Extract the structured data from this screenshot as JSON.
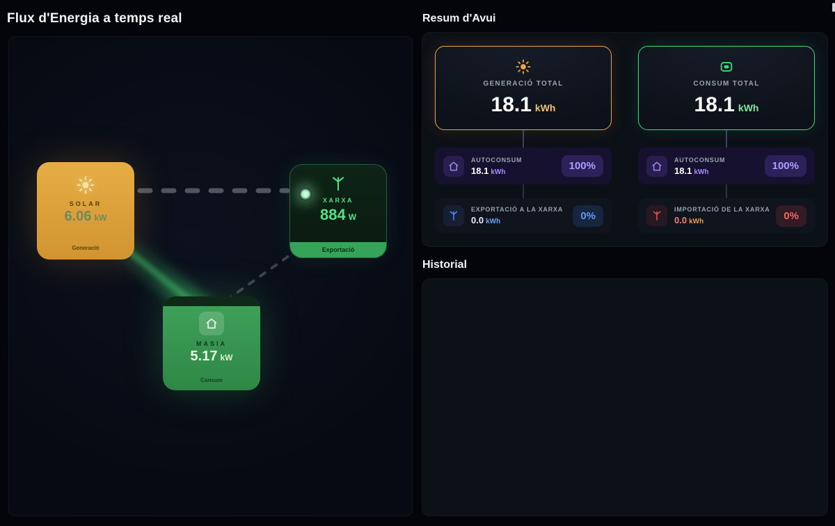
{
  "page": {
    "flow_title": "Flux d'Energia a temps real",
    "summary_title": "Resum d'Avui",
    "history_title": "Historial"
  },
  "flow": {
    "solar": {
      "label": "SOLAR",
      "value": "6.06",
      "unit": "kW",
      "caption": "Generació"
    },
    "grid": {
      "label": "XARXA",
      "value": "884",
      "unit": "W",
      "caption": "Exportació"
    },
    "home": {
      "label": "MASIA",
      "value": "5.17",
      "unit": "kW",
      "caption": "Consum"
    }
  },
  "summary": {
    "generation": {
      "label": "GENERACIÓ TOTAL",
      "value": "18.1",
      "unit": "kWh",
      "autoconsum": {
        "label": "AUTOCONSUM",
        "value": "18.1",
        "unit": "kWh",
        "percent": "100%"
      },
      "export": {
        "label": "EXPORTACIÓ A LA XARXA",
        "value": "0.0",
        "unit": "kWh",
        "percent": "0%"
      }
    },
    "consumption": {
      "label": "CONSUM TOTAL",
      "value": "18.1",
      "unit": "kWh",
      "autoconsum": {
        "label": "AUTOCONSUM",
        "value": "18.1",
        "unit": "kWh",
        "percent": "100%"
      },
      "import": {
        "label": "IMPORTACIÓ DE LA XARXA",
        "value": "0.0",
        "unit": "kWh",
        "percent": "0%"
      }
    }
  },
  "colors": {
    "generation_accent": "#eda43e",
    "consumption_accent": "#3bdc74",
    "autoconsum_accent": "#a78bfa",
    "export_accent": "#4f8ef7",
    "import_accent": "#ef5350",
    "solar_card": "#dda039",
    "home_card": "#3fa35b",
    "grid_footer": "#36a458"
  }
}
